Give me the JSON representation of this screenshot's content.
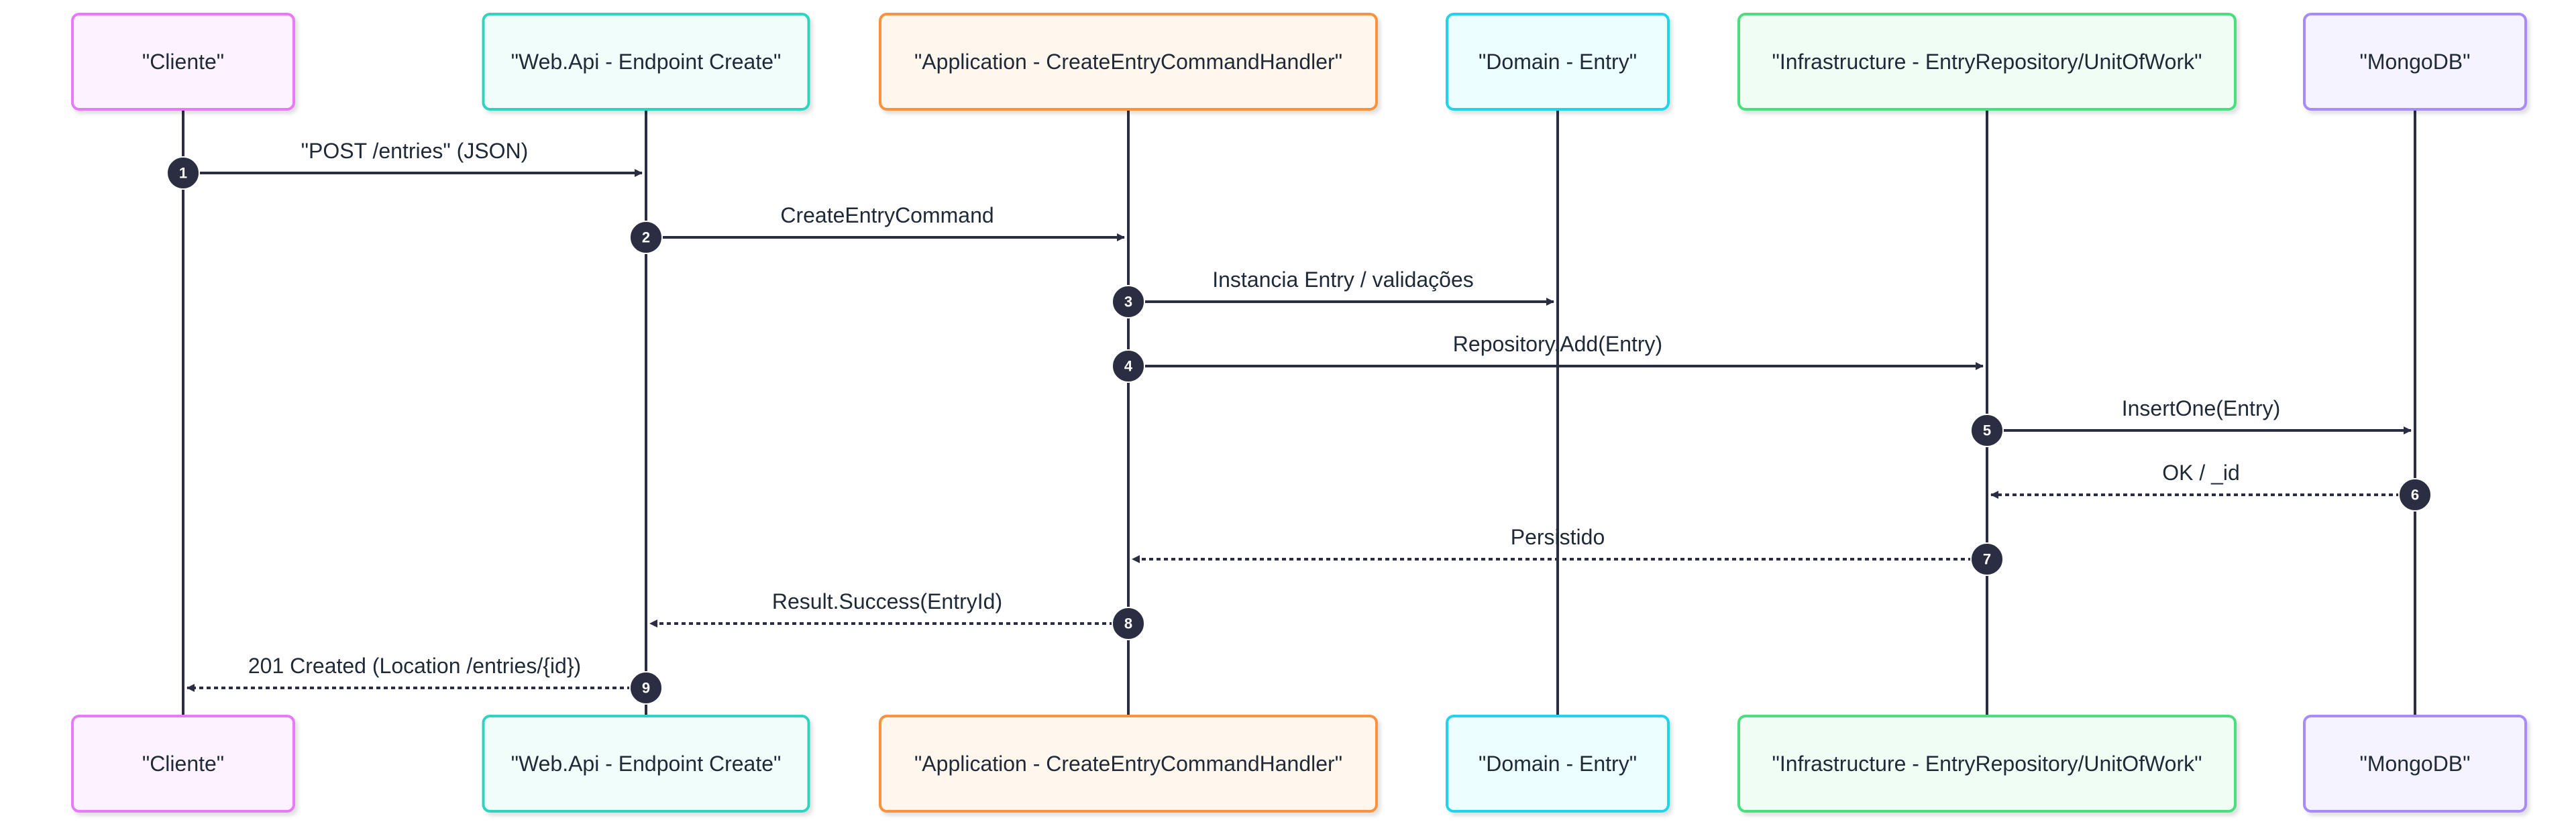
{
  "participants": [
    {
      "id": "cliente",
      "label": "\"Cliente\"",
      "fill": "#fdf2ff",
      "stroke": "#e879f9"
    },
    {
      "id": "webapi",
      "label": "\"Web.Api - Endpoint Create\"",
      "fill": "#f0fdfa",
      "stroke": "#2dd4bf"
    },
    {
      "id": "application",
      "label": "\"Application - CreateEntryCommandHandler\"",
      "fill": "#fff7ed",
      "stroke": "#fb923c"
    },
    {
      "id": "domain",
      "label": "\"Domain - Entry\"",
      "fill": "#ecfeff",
      "stroke": "#22d3ee"
    },
    {
      "id": "infrastructure",
      "label": "\"Infrastructure - EntryRepository/UnitOfWork\"",
      "fill": "#f0fdf4",
      "stroke": "#4ade80"
    },
    {
      "id": "mongodb",
      "label": "\"MongoDB\"",
      "fill": "#f5f3ff",
      "stroke": "#a78bfa"
    }
  ],
  "messages": [
    {
      "num": "1",
      "from": "cliente",
      "to": "webapi",
      "text": "\"POST /entries\" (JSON)",
      "style": "solid"
    },
    {
      "num": "2",
      "from": "webapi",
      "to": "application",
      "text": "CreateEntryCommand",
      "style": "solid"
    },
    {
      "num": "3",
      "from": "application",
      "to": "domain",
      "text": "Instancia Entry / validações",
      "style": "solid"
    },
    {
      "num": "4",
      "from": "application",
      "to": "infrastructure",
      "text": "Repository.Add(Entry)",
      "style": "solid"
    },
    {
      "num": "5",
      "from": "infrastructure",
      "to": "mongodb",
      "text": "InsertOne(Entry)",
      "style": "solid"
    },
    {
      "num": "6",
      "from": "mongodb",
      "to": "infrastructure",
      "text": "OK / _id",
      "style": "dashed"
    },
    {
      "num": "7",
      "from": "infrastructure",
      "to": "application",
      "text": "Persistido",
      "style": "dashed"
    },
    {
      "num": "8",
      "from": "application",
      "to": "webapi",
      "text": "Result.Success(EntryId)",
      "style": "dashed"
    },
    {
      "num": "9",
      "from": "webapi",
      "to": "cliente",
      "text": "201 Created (Location /entries/{id})",
      "style": "dashed"
    }
  ],
  "colors": {
    "line": "#2b2d42",
    "badge": "#2b2d42",
    "text": "#1f2937"
  }
}
